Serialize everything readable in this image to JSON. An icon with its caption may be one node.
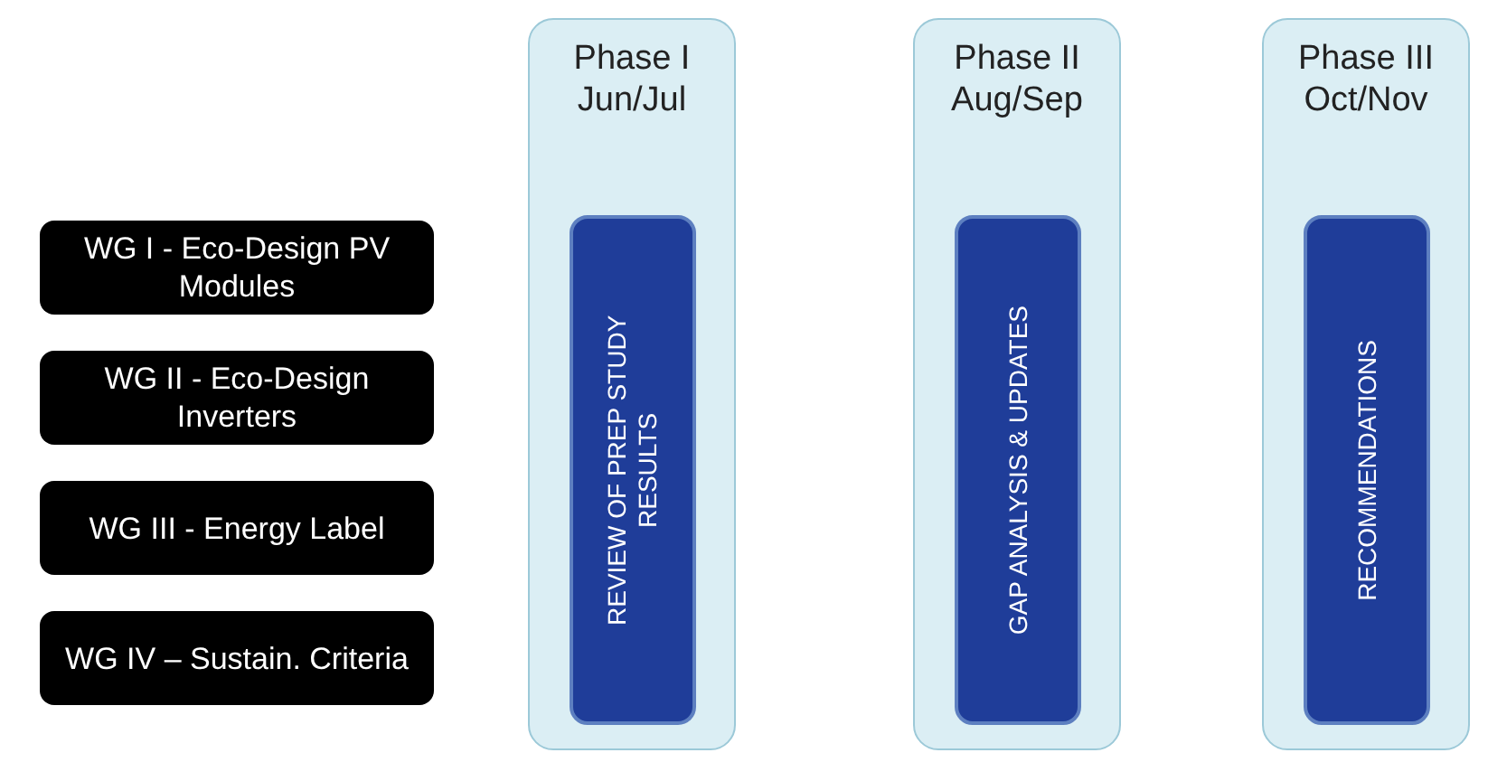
{
  "diagram": {
    "nodes": [
      {
        "text": [
          "WG I - Eco-Design PV Modules"
        ]
      },
      {
        "text": [
          "WG II - Eco-Design Inverters"
        ]
      },
      {
        "text": [
          "WG III - Energy Label"
        ]
      },
      {
        "text": [
          "WG IV – Sustain. Criteria"
        ]
      },
      {
        "text": [
          "Phase I Jun/Jul"
        ]
      },
      {
        "text": [
          "REVIEW OF PREP STUDY RESULTS"
        ],
        "in": 4
      },
      {
        "text": [
          "Phase II Aug/Sep"
        ]
      },
      {
        "text": [
          "GAP ANALYSIS & UPDATES"
        ],
        "in": 6
      },
      {
        "text": [
          "Phase III Oct/Nov"
        ]
      },
      {
        "text": [
          "RECOMMENDATIONS"
        ],
        "in": 8
      }
    ]
  }
}
